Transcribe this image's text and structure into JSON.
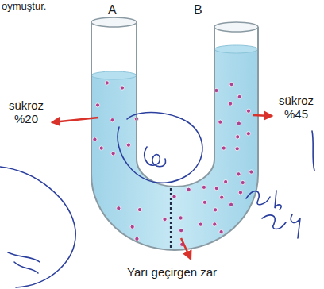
{
  "diagram": {
    "labels": [
      "oymuştur.",
      "A",
      "B",
      "sükroz %20",
      "sükroz %45",
      "Yarı geçirgen zar"
    ]
  }
}
